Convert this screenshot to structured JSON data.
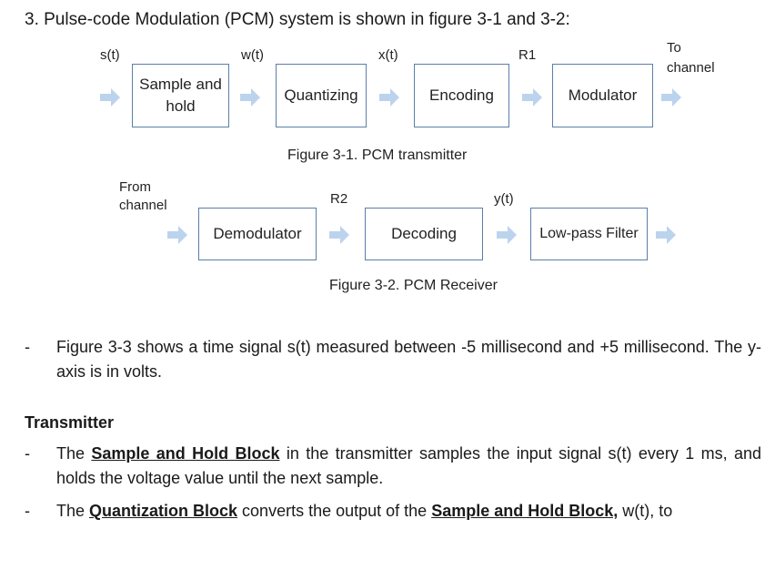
{
  "title": "3.  Pulse-code Modulation (PCM) system is shown in figure 3-1 and 3-2:",
  "transmitter": {
    "labels": {
      "s": "s(t)",
      "w": "w(t)",
      "x": "x(t)",
      "r1": "R1",
      "to": "To",
      "channel": "channel"
    },
    "blocks": {
      "sample_line1": "Sample and",
      "sample_line2": "hold",
      "quantizing": "Quantizing",
      "encoding": "Encoding",
      "modulator": "Modulator"
    },
    "caption": "Figure 3-1. PCM transmitter"
  },
  "receiver": {
    "labels": {
      "from": "From",
      "channel": "channel",
      "r2": "R2",
      "y": "y(t)"
    },
    "blocks": {
      "demodulator": "Demodulator",
      "decoding": "Decoding",
      "lowpass": "Low-pass Filter"
    },
    "caption": "Figure 3-2. PCM Receiver"
  },
  "paragraphs": {
    "dash": "-",
    "p1": "Figure 3-3 shows a time signal s(t) measured between -5 millisecond and +5 millisecond. The y-axis is in volts.",
    "transmitter_heading": "Transmitter",
    "p2_pre": "The ",
    "p2_bold": "Sample and Hold Block",
    "p2_post": " in the transmitter samples the input signal s(t) every 1 ms, and holds the voltage value until the next sample.",
    "p3_pre": "The ",
    "p3_bold1": "Quantization Block",
    "p3_mid": " converts the output of the ",
    "p3_bold2": "Sample and Hold Block,",
    "p3_post": " w(t), to"
  },
  "colors": {
    "arrow": "#bcd3ee",
    "box_border": "#5b7fa6"
  }
}
